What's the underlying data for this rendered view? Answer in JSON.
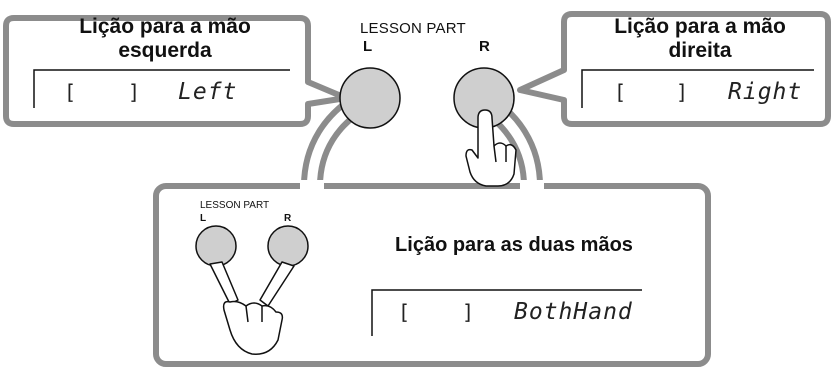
{
  "panel_button_label": "LESSON PART",
  "left_button_letter": "L",
  "right_button_letter": "R",
  "colors": {
    "callout_fill": "#ffffff",
    "callout_border": "#8c8c8c",
    "button_fill": "#cfcfcf",
    "outline": "#111111"
  },
  "left_callout": {
    "title": "Lição para a mão esquerda",
    "bracket_open": "[",
    "bracket_close": "]",
    "display_text": "Left"
  },
  "right_callout": {
    "title": "Lição para a mão direita",
    "bracket_open": "[",
    "bracket_close": "]",
    "display_text": "Right"
  },
  "both_callout": {
    "panel_label": "LESSON PART",
    "left_letter": "L",
    "right_letter": "R",
    "title": "Lição para as duas mãos",
    "bracket_open": "[",
    "bracket_close": "]",
    "display_text": "BothHand"
  },
  "icons": {
    "left_hand": "pointing-finger-icon",
    "both_hands": "two-finger-press-icon"
  }
}
